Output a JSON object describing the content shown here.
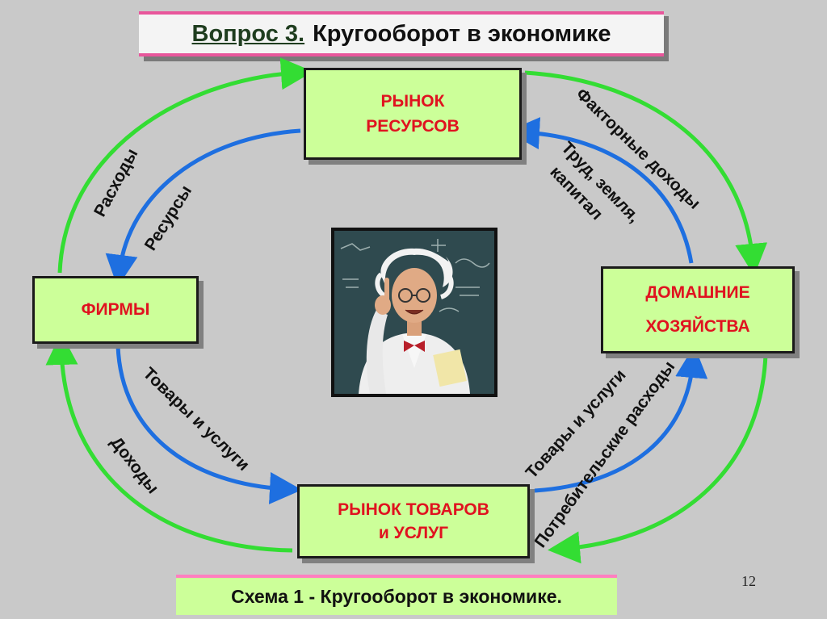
{
  "title": {
    "prefix": "Вопрос 3.",
    "text": "Кругооборот в экономике"
  },
  "nodes": {
    "resource_market": {
      "line1": "РЫНОК",
      "line2": "РЕСУРСОВ"
    },
    "firms": {
      "label": "ФИРМЫ"
    },
    "households": {
      "line1": "ДОМАШНИЕ",
      "line2": "ХОЗЯЙСТВА"
    },
    "goods_market": {
      "line1": "РЫНОК ТОВАРОВ",
      "line2": "и УСЛУГ"
    }
  },
  "flows": {
    "expenses": "Расходы",
    "resources": "Ресурсы",
    "factor_income": "Факторные доходы",
    "labor_land": "Труд, земля,",
    "capital": "капитал",
    "goods_services_left": "Товары и услуги",
    "income": "Доходы",
    "goods_services_right": "Товары и услуги",
    "consumer_spending": "Потребительские расходы"
  },
  "caption": "Схема 1 - Кругооборот в экономике.",
  "page_number": "12",
  "colors": {
    "green_flow": "#33dd33",
    "blue_flow": "#1e6fe0",
    "node_fill": "#ccff99",
    "node_text": "#e0121f",
    "accent": "#e8569b"
  }
}
